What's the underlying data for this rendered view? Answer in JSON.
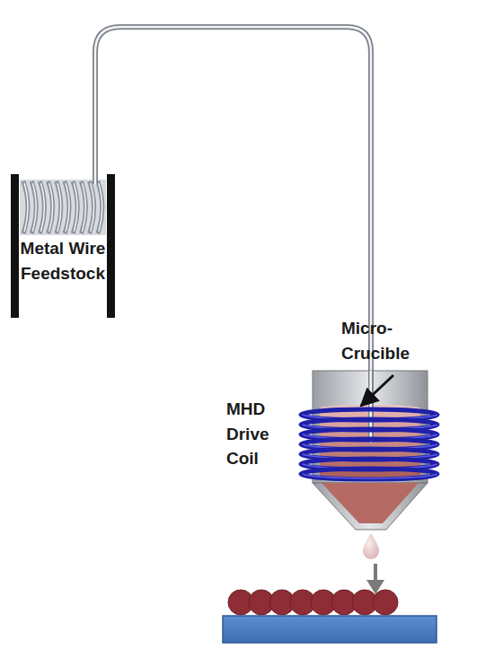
{
  "diagram": {
    "labels": [
      "Metal Wire Feedstock",
      "Micro-Crucible",
      "MHD Drive Coil"
    ]
  }
}
